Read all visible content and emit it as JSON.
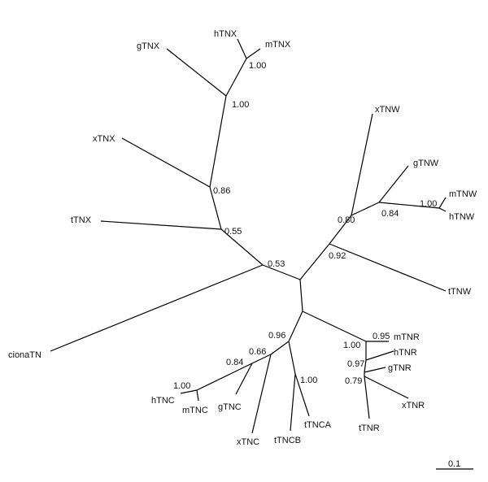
{
  "tree": {
    "leaves": [
      {
        "id": "hTNX",
        "label": "hTNX"
      },
      {
        "id": "mTNX",
        "label": "mTNX"
      },
      {
        "id": "gTNX",
        "label": "gTNX"
      },
      {
        "id": "xTNX",
        "label": "xTNX"
      },
      {
        "id": "tTNX",
        "label": "tTNX"
      },
      {
        "id": "xTNW",
        "label": "xTNW"
      },
      {
        "id": "gTNW",
        "label": "gTNW"
      },
      {
        "id": "mTNW",
        "label": "mTNW"
      },
      {
        "id": "hTNW",
        "label": "hTNW"
      },
      {
        "id": "tTNW",
        "label": "tTNW"
      },
      {
        "id": "cionaTN",
        "label": "cionaTN"
      },
      {
        "id": "mTNR",
        "label": "mTNR"
      },
      {
        "id": "hTNR",
        "label": "hTNR"
      },
      {
        "id": "gTNR",
        "label": "gTNR"
      },
      {
        "id": "xTNR",
        "label": "xTNR"
      },
      {
        "id": "tTNR",
        "label": "tTNR"
      },
      {
        "id": "hTNC",
        "label": "hTNC"
      },
      {
        "id": "mTNC",
        "label": "mTNC"
      },
      {
        "id": "gTNC",
        "label": "gTNC"
      },
      {
        "id": "xTNC",
        "label": "xTNC"
      },
      {
        "id": "tTNCB",
        "label": "tTNCB"
      },
      {
        "id": "tTNCA",
        "label": "tTNCA"
      }
    ],
    "supports": [
      {
        "id": "s1",
        "label": "1.00"
      },
      {
        "id": "s2",
        "label": "1.00"
      },
      {
        "id": "s3",
        "label": "0.86"
      },
      {
        "id": "s4",
        "label": "0.55"
      },
      {
        "id": "s5",
        "label": "0.53"
      },
      {
        "id": "s6",
        "label": "0.80"
      },
      {
        "id": "s7",
        "label": "0.84"
      },
      {
        "id": "s8",
        "label": "1.00"
      },
      {
        "id": "s9",
        "label": "0.92"
      },
      {
        "id": "s10",
        "label": "0.96"
      },
      {
        "id": "s11",
        "label": "0.66"
      },
      {
        "id": "s12",
        "label": "0.84"
      },
      {
        "id": "s13",
        "label": "1.00"
      },
      {
        "id": "s14",
        "label": "1.00"
      },
      {
        "id": "s15",
        "label": "1.00"
      },
      {
        "id": "s16",
        "label": "0.95"
      },
      {
        "id": "s17",
        "label": "0.97"
      },
      {
        "id": "s18",
        "label": "0.79"
      }
    ]
  },
  "scale_bar": {
    "label": "0.1"
  }
}
